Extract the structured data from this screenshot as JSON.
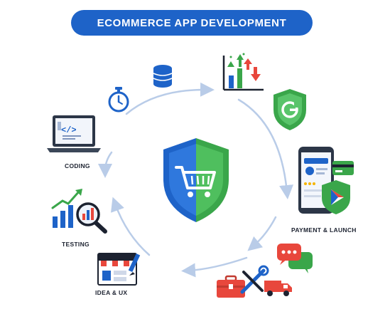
{
  "title": "ECOMMERCE APP DEVELOPMENT",
  "steps": {
    "coding": "CODING",
    "testing": "TESTING",
    "idea_ux": "IDEA & UX",
    "payment_launch": "PAYMENT & LAUNCH"
  },
  "colors": {
    "title_bg": "#1e63c8",
    "blue": "#1e63c8",
    "green": "#3aa64a",
    "red": "#e8473c",
    "arrow": "#b9cce8"
  },
  "icons": [
    "database-icon",
    "stopwatch-icon",
    "laptop-code-icon",
    "chart-growth-icon",
    "magnifier-icon",
    "storefront-icon",
    "pencil-icon",
    "toolbox-icon",
    "wrench-icon",
    "delivery-truck-icon",
    "chat-bubbles-icon",
    "phone-app-icon",
    "credit-card-icon",
    "google-play-shield-icon",
    "g-shield-icon",
    "stock-arrows-icon",
    "cart-shield-icon"
  ]
}
